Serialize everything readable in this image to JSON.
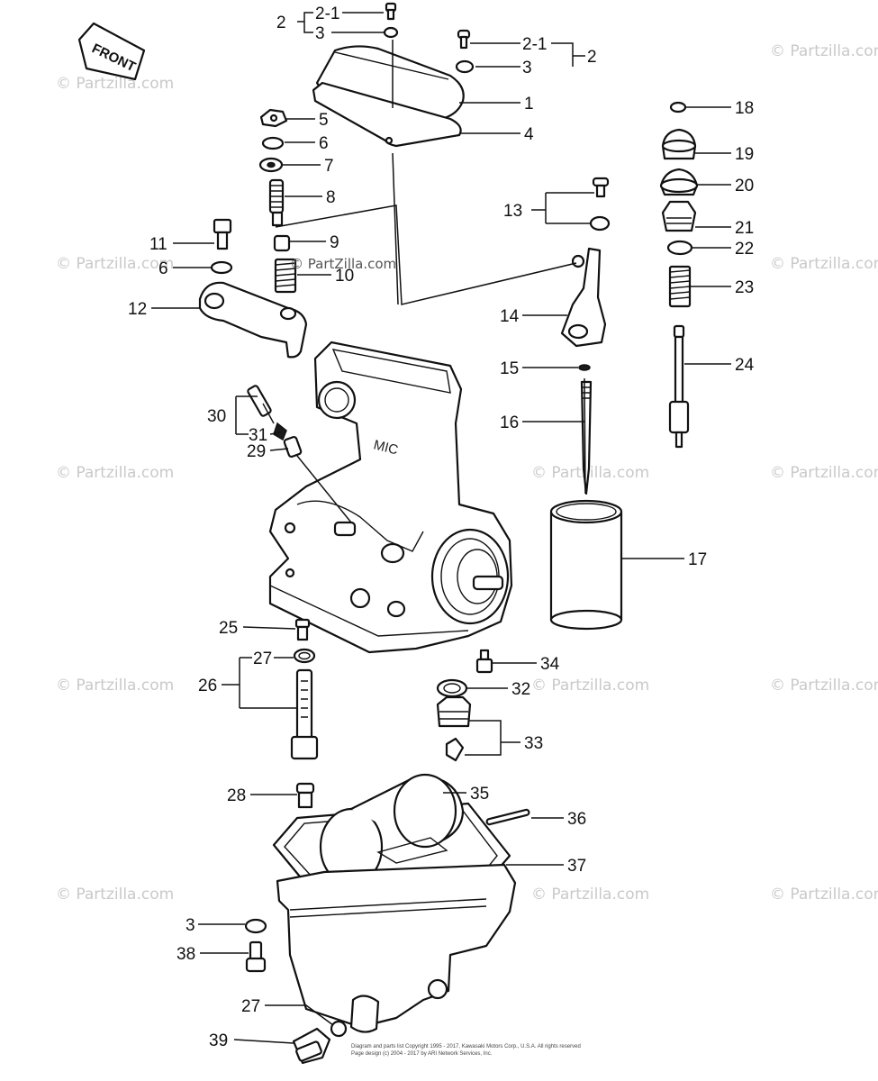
{
  "front_label": "FRONT",
  "body_mark": "MIC",
  "center_watermark": "© PartZilla.com",
  "watermark_text": "© Partzilla.com",
  "copyright_line1": "Diagram and parts list Copyright 1995 - 2017, Kawasaki Motors Corp., U.S.A. All rights reserved",
  "copyright_line2": "Page design (c) 2004 - 2017 by ARI Network Services, Inc.",
  "callouts": {
    "c2_1a": "2-1",
    "c3a": "3",
    "c2a": "2",
    "c2_1b": "2-1",
    "c3b": "3",
    "c2b": "2",
    "c1": "1",
    "c4": "4",
    "c5": "5",
    "c6a": "6",
    "c7": "7",
    "c8": "8",
    "c9": "9",
    "c10": "10",
    "c11": "11",
    "c6b": "6",
    "c12": "12",
    "c13": "13",
    "c14": "14",
    "c15": "15",
    "c16": "16",
    "c17": "17",
    "c18": "18",
    "c19": "19",
    "c20": "20",
    "c21": "21",
    "c22": "22",
    "c23": "23",
    "c24": "24",
    "c30": "30",
    "c31": "31",
    "c29": "29",
    "c25": "25",
    "c27a": "27",
    "c26": "26",
    "c34": "34",
    "c32": "32",
    "c33": "33",
    "c28": "28",
    "c35": "35",
    "c36": "36",
    "c37": "37",
    "c3c": "3",
    "c38": "38",
    "c27b": "27",
    "c39": "39"
  }
}
